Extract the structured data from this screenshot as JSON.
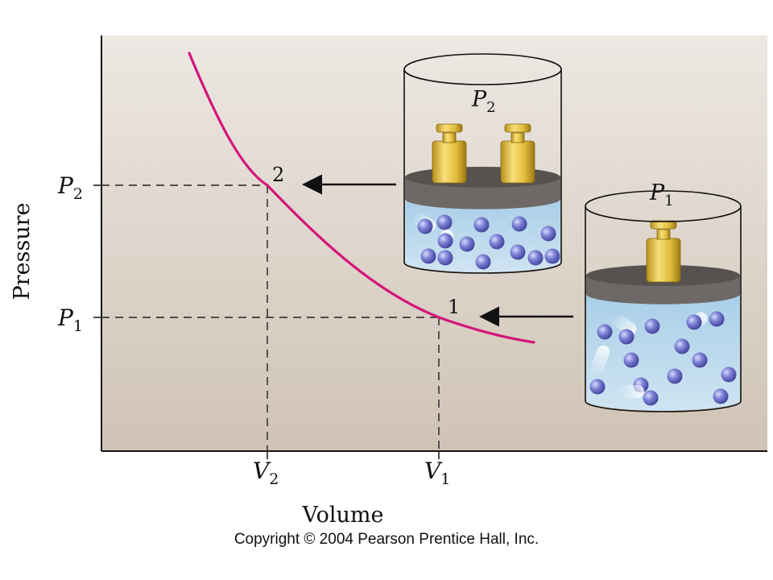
{
  "axes": {
    "y_label": "Pressure",
    "x_label": "Volume",
    "p_symbol": "P",
    "v_symbol": "V",
    "p2_sub": "2",
    "p1_sub": "1",
    "v2_sub": "2",
    "v1_sub": "1"
  },
  "points": {
    "state2": "2",
    "state1": "1"
  },
  "cylinders": {
    "top": {
      "symbol": "P",
      "sub": "2",
      "weights": 2
    },
    "bottom": {
      "symbol": "P",
      "sub": "1",
      "weights": 1
    }
  },
  "copyright": "Copyright © 2004 Pearson Prentice Hall, Inc.",
  "colors": {
    "plot_bg_top": "#ede8e3",
    "plot_bg_bottom": "#cfc3b5",
    "curve": "#d4157a",
    "gas": "#bcd9ec",
    "piston": "#6e6966",
    "piston_top": "#56524f",
    "weight": "#e8c748",
    "molecule": "#6b6fc4"
  }
}
